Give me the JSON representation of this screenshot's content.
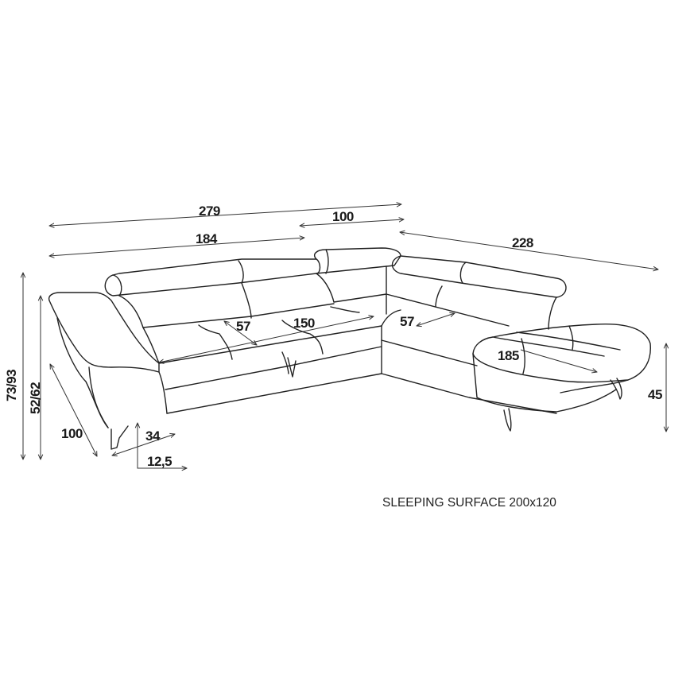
{
  "drawing": {
    "subject": "L-shaped corner sofa technical drawing",
    "units": "cm",
    "colors": {
      "line": "#222222",
      "background": "#ffffff",
      "text": "#1a1a1a"
    }
  },
  "dimensions": {
    "total_length": "279",
    "chaise_section_length": "100",
    "main_section_length": "184",
    "corner_side_length": "228",
    "total_height": "73/93",
    "armrest_height": "52/62",
    "depth": "100",
    "armrest_width": "34",
    "leg_height": "12,5",
    "seat_depth_main": "57",
    "seat_width_main": "150",
    "seat_depth_corner": "57",
    "chaise_seat_length": "185",
    "seat_height": "45"
  },
  "caption": "SLEEPING SURFACE 200x120"
}
